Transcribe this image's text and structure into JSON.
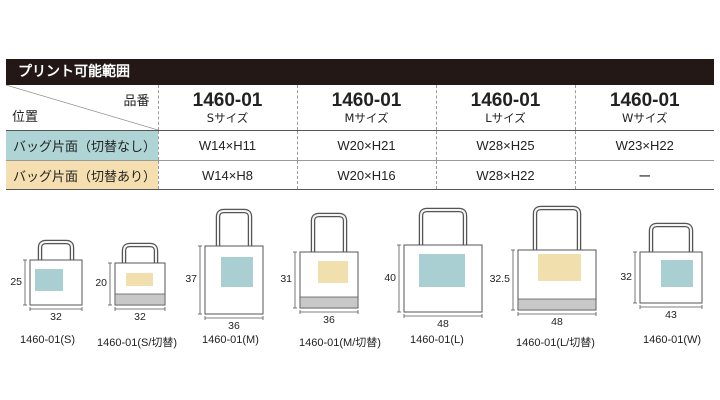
{
  "section_title": "プリント可能範囲",
  "table": {
    "corner_top": "品番",
    "corner_bottom": "位置",
    "columns": [
      {
        "model": "1460-01",
        "size": "Sサイズ"
      },
      {
        "model": "1460-01",
        "size": "Mサイズ"
      },
      {
        "model": "1460-01",
        "size": "Lサイズ"
      },
      {
        "model": "1460-01",
        "size": "Wサイズ"
      }
    ],
    "rows": [
      {
        "label": "バッグ片面（切替なし）",
        "color": "#aed4d5",
        "values": [
          "W14×H11",
          "W20×H21",
          "W28×H25",
          "W23×H22"
        ]
      },
      {
        "label": "バッグ片面（切替あり）",
        "color": "#f5dfb0",
        "values": [
          "W14×H8",
          "W20×H16",
          "W28×H22",
          "ー"
        ]
      }
    ]
  },
  "bags": [
    {
      "caption": "1460-01(S)",
      "height_label": "25",
      "width_label": "32",
      "print_color": "#a9cfd2",
      "switched": false
    },
    {
      "caption": "1460-01(S/切替)",
      "height_label": "20",
      "width_label": "32",
      "print_color": "#f1e0ad",
      "switched": true
    },
    {
      "caption": "1460-01(M)",
      "height_label": "37",
      "width_label": "36",
      "print_color": "#a9cfd2",
      "switched": false
    },
    {
      "caption": "1460-01(M/切替)",
      "height_label": "31",
      "width_label": "36",
      "print_color": "#f1e0ad",
      "switched": true
    },
    {
      "caption": "1460-01(L)",
      "height_label": "40",
      "width_label": "48",
      "print_color": "#a9cfd2",
      "switched": false
    },
    {
      "caption": "1460-01(L/切替)",
      "height_label": "32.5",
      "width_label": "48",
      "print_color": "#f1e0ad",
      "switched": true
    },
    {
      "caption": "1460-01(W)",
      "height_label": "32",
      "width_label": "43",
      "print_color": "#a9cfd2",
      "switched": false
    }
  ]
}
